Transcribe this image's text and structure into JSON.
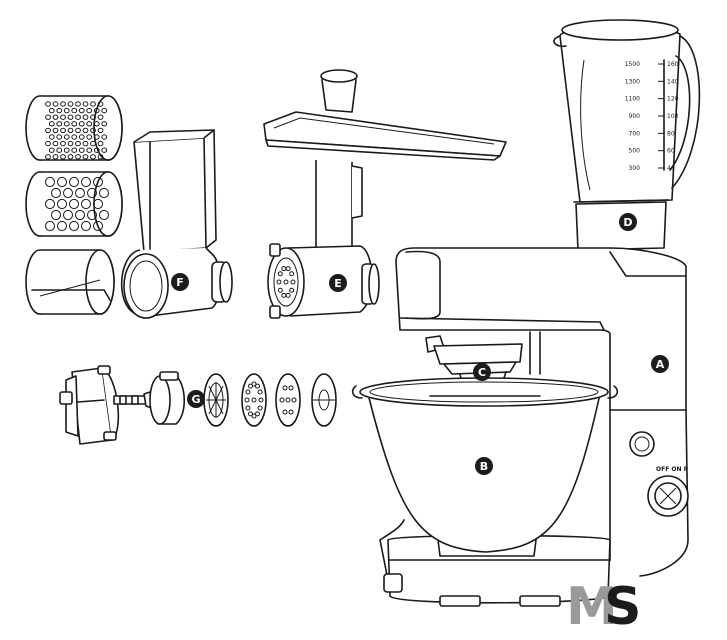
{
  "labels": {
    "A": "A",
    "B": "B",
    "C": "C",
    "D": "D",
    "E": "E",
    "F": "F",
    "G": "G"
  },
  "jug_scale": {
    "ml": [
      "1500",
      "1300",
      "1100",
      "900",
      "700",
      "500",
      "300"
    ],
    "oz": [
      "160",
      "140",
      "120",
      "100",
      "80",
      "60",
      "40"
    ]
  },
  "control_label": "OFF ON P",
  "watermark": {
    "m": "M",
    "s": "S",
    "m_color": "#9a9a9a",
    "s_color": "#1c1c1c"
  },
  "colors": {
    "line": "#1a1a1a",
    "badge": "#1c1c1c"
  }
}
